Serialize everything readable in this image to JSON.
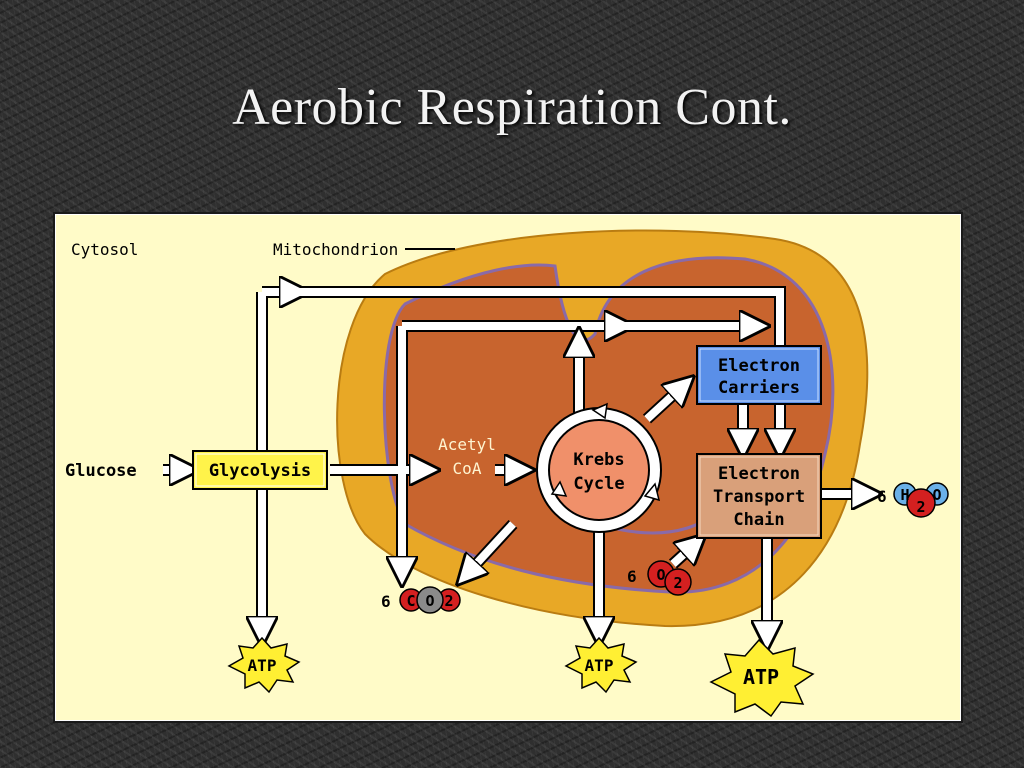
{
  "slide": {
    "title": "Aerobic Respiration Cont."
  },
  "diagram": {
    "labels": {
      "cytosol": "Cytosol",
      "mitochondrion": "Mitochondrion",
      "glucose": "Glucose",
      "glycolysis": "Glycolysis",
      "acetyl": "Acetyl",
      "coa": "CoA",
      "krebs_line1": "Krebs",
      "krebs_line2": "Cycle",
      "electron_carriers_line1": "Electron",
      "electron_carriers_line2": "Carriers",
      "etc_line1": "Electron",
      "etc_line2": "Transport",
      "etc_line3": "Chain",
      "atp": "ATP",
      "co2_coef": "6",
      "co2_c": "C",
      "co2_o": "O",
      "co2_sub": "2",
      "o2_coef": "6",
      "o2_o": "O",
      "o2_sub": "2",
      "h2o_coef": "6",
      "h2o_h": "H",
      "h2o_sub": "2",
      "h2o_o": "O"
    },
    "colors": {
      "background": "#fffbc8",
      "outer_membrane": "#e8a826",
      "matrix": "#c8642e",
      "inner_membrane": "#8a6aa8",
      "glycolysis_box": "#fff34a",
      "electron_carriers_box": "#5a8fe8",
      "etc_box": "#d9a07a",
      "krebs_fill": "#f0906a",
      "atp_star": "#ffef33",
      "oxygen_red": "#d42020",
      "carbon_gray": "#8a8a8a",
      "hydrogen_blue": "#6ab0e8"
    }
  }
}
